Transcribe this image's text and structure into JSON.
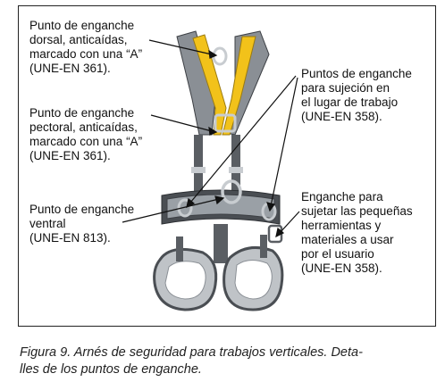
{
  "labels": {
    "dorsal": [
      "Punto de enganche",
      "dorsal, anticaídas,",
      "marcado con una “A”",
      "(UNE-EN 361)."
    ],
    "pectoral": [
      "Punto de enganche",
      "pectoral, anticaídas,",
      "marcado con una “A”",
      "(UNE-EN 361)."
    ],
    "ventral": [
      "Punto de enganche",
      "ventral",
      "(UNE-EN 813)."
    ],
    "sujecion": [
      "Puntos de enganche",
      "para sujeción en",
      "el lugar de trabajo",
      "(UNE-EN 358)."
    ],
    "herramientas": [
      "Enganche para",
      "sujetar las pequeñas",
      "herramientas y",
      "materiales a usar",
      "por el usuario",
      "(UNE-EN 358)."
    ]
  },
  "caption": [
    "Figura 9. Arnés de seguridad para trabajos verticales. Deta-",
    "lles de los puntos de enganche."
  ],
  "colors": {
    "strap_gray": "#6d7278",
    "strap_yellow": "#f2c21a",
    "pad_light": "#bfc3c7",
    "pad_dark": "#4a4e53",
    "metal": "#c8ccd0"
  }
}
